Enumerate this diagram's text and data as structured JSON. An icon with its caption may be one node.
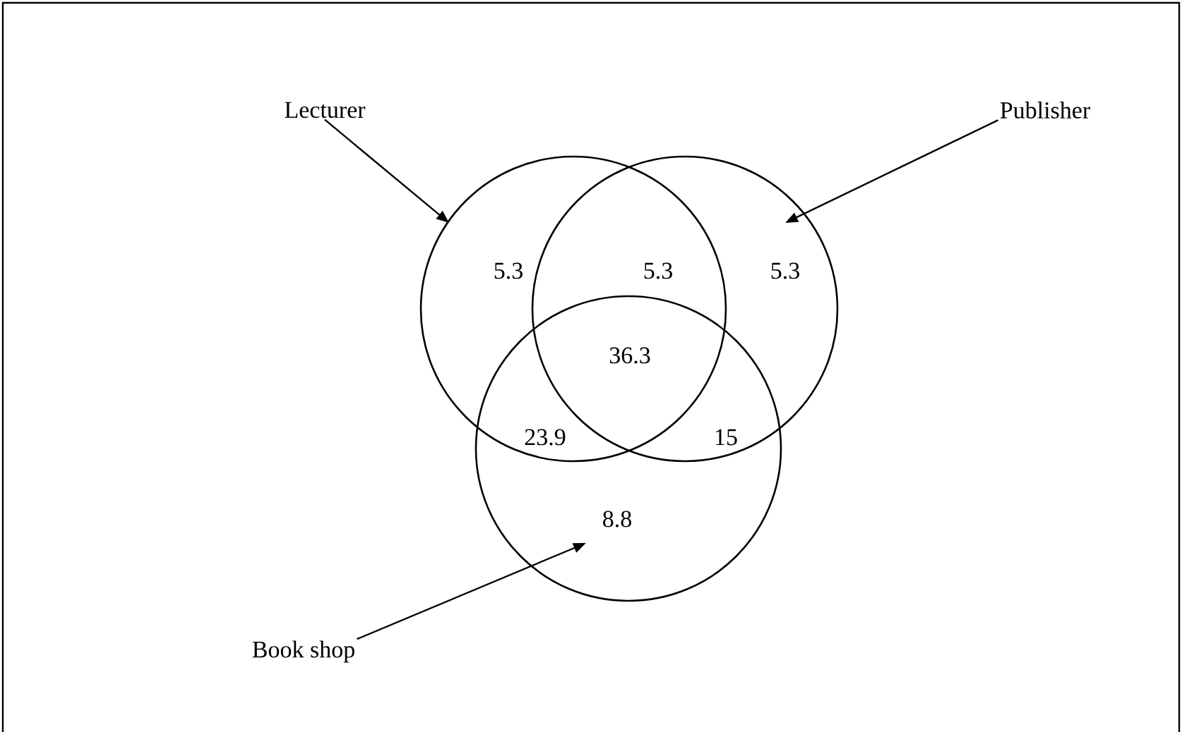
{
  "diagram": {
    "nodes": [
      {
        "text": [
          "Lecturer"
        ]
      },
      {
        "text": [
          "Publisher"
        ]
      },
      {
        "text": [
          "Book shop"
        ]
      },
      {
        "text": [],
        "shape": "circle"
      },
      {
        "text": [],
        "shape": "circle"
      },
      {
        "text": [],
        "shape": "circle"
      }
    ],
    "edges": [
      {
        "from": 0,
        "to": 3,
        "arrow": "to"
      },
      {
        "from": 1,
        "to": 4,
        "arrow": "to"
      },
      {
        "from": 2,
        "to": 5,
        "arrow": "to"
      }
    ],
    "labels": [
      "5.3",
      "5.3",
      "5.3",
      "36.3",
      "23.9",
      "15",
      "8.8"
    ]
  }
}
